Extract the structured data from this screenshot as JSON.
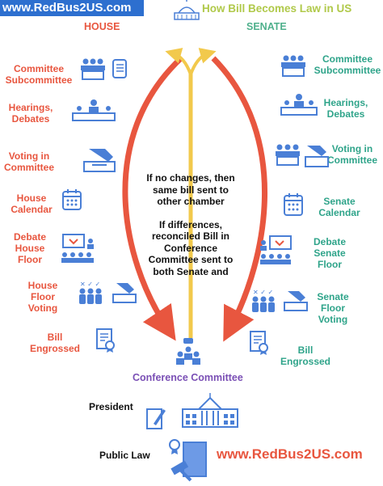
{
  "header": {
    "site_top": "www.RedBus2US.com",
    "title": "How Bill Becomes Law in US",
    "house_head": "HOUSE",
    "senate_head": "SENATE"
  },
  "house": {
    "steps": [
      {
        "line1": "Committee",
        "line2": "Subcommittee",
        "line3": "",
        "icon": "committee-icon"
      },
      {
        "line1": "Hearings,",
        "line2": "Debates",
        "line3": "",
        "icon": "hearing-icon"
      },
      {
        "line1": "Voting in",
        "line2": "Committee",
        "line3": "",
        "icon": "ballot-vote-icon"
      },
      {
        "line1": "House",
        "line2": "Calendar",
        "line3": "",
        "icon": "calendar-icon"
      },
      {
        "line1": "Debate",
        "line2": "House",
        "line3": "Floor",
        "icon": "floor-debate-icon"
      },
      {
        "line1": "House",
        "line2": "Floor",
        "line3": "Voting",
        "icon": "floor-voting-icon"
      },
      {
        "line1": "Bill",
        "line2": "Engrossed",
        "line3": "",
        "icon": "certificate-icon"
      }
    ]
  },
  "senate": {
    "steps": [
      {
        "line1": "Committee",
        "line2": "Subcommittee",
        "line3": "",
        "icon": "committee-icon"
      },
      {
        "line1": "Hearings,",
        "line2": "Debates",
        "line3": "",
        "icon": "hearing-icon"
      },
      {
        "line1": "Voting in",
        "line2": "Committee",
        "line3": "",
        "icon": "ballot-vote-icon"
      },
      {
        "line1": "Senate",
        "line2": "Calendar",
        "line3": "",
        "icon": "calendar-icon"
      },
      {
        "line1": "Debate",
        "line2": "Senate",
        "line3": "Floor",
        "icon": "floor-debate-icon"
      },
      {
        "line1": "Senate",
        "line2": "Floor",
        "line3": "Voting",
        "icon": "floor-voting-icon"
      },
      {
        "line1": "Bill",
        "line2": "Engrossed",
        "line3": "",
        "icon": "certificate-icon"
      }
    ]
  },
  "center": {
    "para1": [
      "If no changes, then",
      "same bill sent to",
      "other chamber"
    ],
    "para2": [
      "If differences,",
      "reconciled Bill in",
      "Conference",
      "Committee sent to",
      "both Senate and"
    ]
  },
  "bottom": {
    "conference": "Conference Committee",
    "president": "President",
    "public_law": "Public Law",
    "site_bottom": "www.RedBus2US.com"
  },
  "colors": {
    "house": "#e8563f",
    "senate": "#2fa48a",
    "icon": "#4a7fd6",
    "center_arrow": "#f2c94c",
    "conference": "#7a4fb5"
  }
}
